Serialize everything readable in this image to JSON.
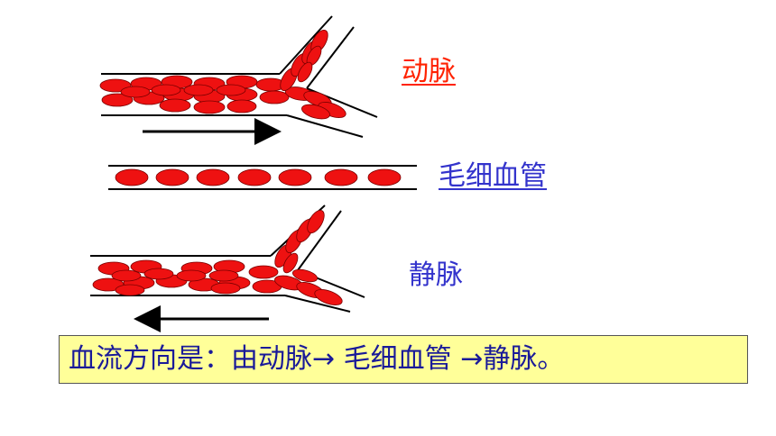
{
  "labels": {
    "artery": "动脉",
    "capillary": "毛细血管",
    "vein": "静脉"
  },
  "caption": "血流方向是：由动脉→  毛细血管  →静脉。",
  "colors": {
    "artery_label": "#ff2200",
    "capillary_label": "#3333cc",
    "vein_label": "#3333cc",
    "caption_text": "#1a1a99",
    "caption_bg": "#ffff99",
    "blood_cell": "#ee1111",
    "vessel_wall": "#000000"
  },
  "icons": {
    "flow_right": "arrow-right-icon",
    "flow_left": "arrow-left-icon"
  }
}
